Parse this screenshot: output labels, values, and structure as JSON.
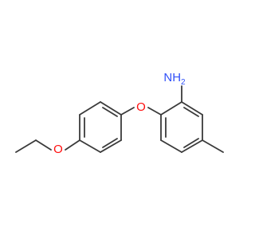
{
  "molecule": {
    "atom_labels": {
      "amine": "NH2",
      "ether_oxygen_1": "O",
      "ether_oxygen_2": "O"
    }
  },
  "colors": {
    "carbon_bond": "#3a3a3a",
    "oxygen": "#ff0d0d",
    "nitrogen": "#3050f8",
    "background": "#ffffff"
  }
}
